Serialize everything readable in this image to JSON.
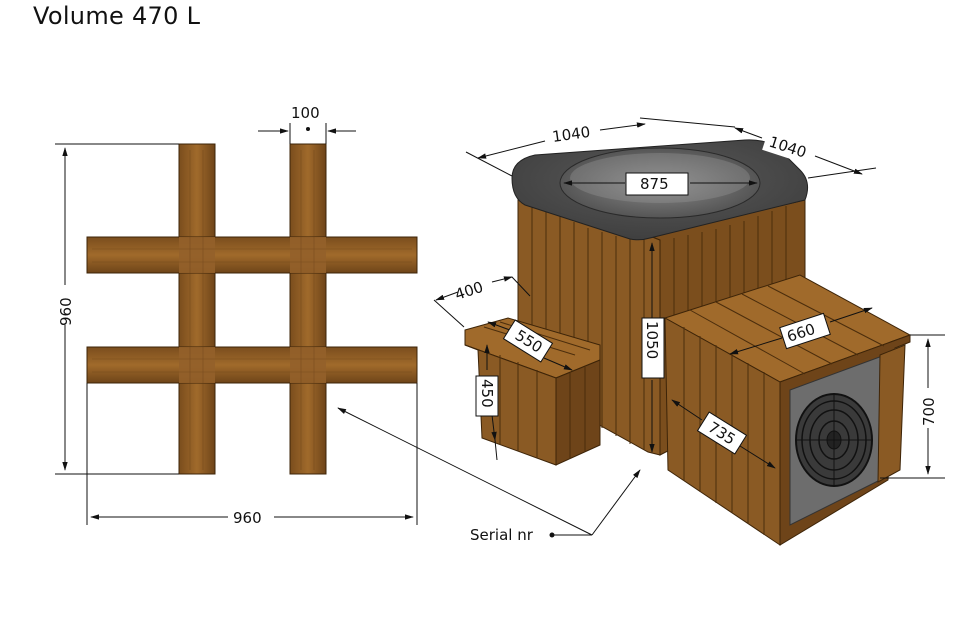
{
  "title": "Volume 470 L",
  "plan_view": {
    "beam_width": "100",
    "height": "960",
    "width": "960"
  },
  "product_view": {
    "tub_width_left": "1040",
    "tub_width_right": "1040",
    "tub_inner_diameter": "875",
    "tub_height": "1050",
    "step_depth": "400",
    "step_width": "550",
    "step_height": "450",
    "heater_box_width": "660",
    "heater_box_depth": "735",
    "heater_box_height": "700"
  },
  "serial_label": "Serial nr",
  "colors": {
    "wood": "#8a5a24",
    "wood_dark": "#5e3a14",
    "wood_light": "#a9742f",
    "rim": "#4a4a4a",
    "fan_panel": "#6d6d6d"
  }
}
